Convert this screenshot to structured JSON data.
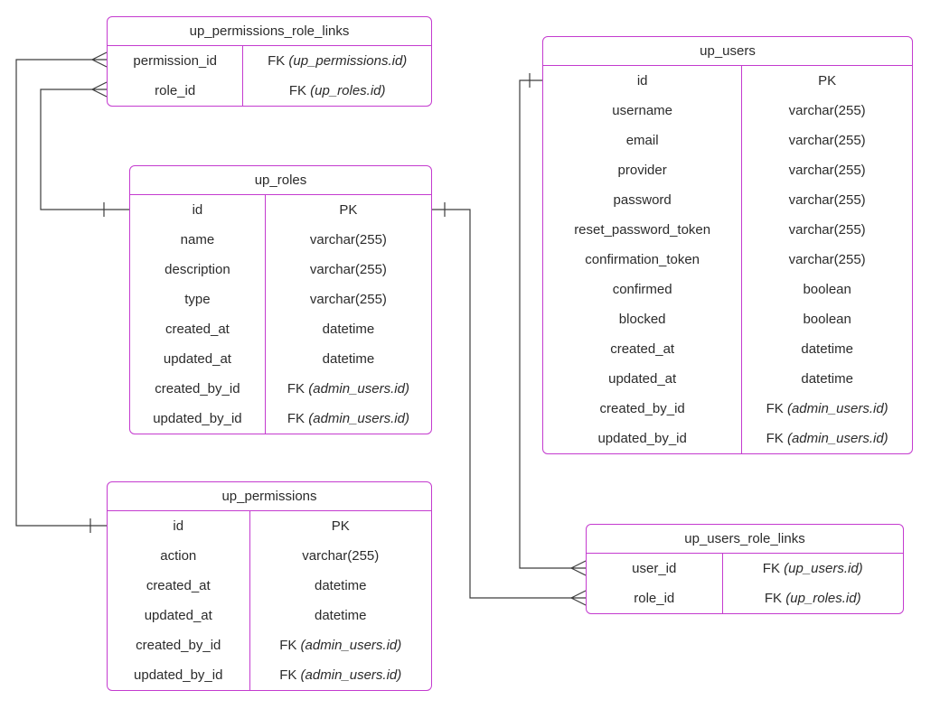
{
  "colors": {
    "table_border": "#c43bcf",
    "connector": "#3d3d3d",
    "text": "#2b2b2b",
    "background": "#ffffff"
  },
  "tables": [
    {
      "id": "up_permissions_role_links",
      "title": "up_permissions_role_links",
      "rows": [
        {
          "field": "permission_id",
          "type": "FK",
          "ref": "up_permissions.id"
        },
        {
          "field": "role_id",
          "type": "FK",
          "ref": "up_roles.id"
        }
      ]
    },
    {
      "id": "up_roles",
      "title": "up_roles",
      "rows": [
        {
          "field": "id",
          "type": "PK"
        },
        {
          "field": "name",
          "type": "varchar(255)"
        },
        {
          "field": "description",
          "type": "varchar(255)"
        },
        {
          "field": "type",
          "type": "varchar(255)"
        },
        {
          "field": "created_at",
          "type": "datetime"
        },
        {
          "field": "updated_at",
          "type": "datetime"
        },
        {
          "field": "created_by_id",
          "type": "FK",
          "ref": "admin_users.id"
        },
        {
          "field": "updated_by_id",
          "type": "FK",
          "ref": "admin_users.id"
        }
      ]
    },
    {
      "id": "up_users",
      "title": "up_users",
      "rows": [
        {
          "field": "id",
          "type": "PK"
        },
        {
          "field": "username",
          "type": "varchar(255)"
        },
        {
          "field": "email",
          "type": "varchar(255)"
        },
        {
          "field": "provider",
          "type": "varchar(255)"
        },
        {
          "field": "password",
          "type": "varchar(255)"
        },
        {
          "field": "reset_password_token",
          "type": "varchar(255)"
        },
        {
          "field": "confirmation_token",
          "type": "varchar(255)"
        },
        {
          "field": "confirmed",
          "type": "boolean"
        },
        {
          "field": "blocked",
          "type": "boolean"
        },
        {
          "field": "created_at",
          "type": "datetime"
        },
        {
          "field": "updated_at",
          "type": "datetime"
        },
        {
          "field": "created_by_id",
          "type": "FK",
          "ref": "admin_users.id"
        },
        {
          "field": "updated_by_id",
          "type": "FK",
          "ref": "admin_users.id"
        }
      ]
    },
    {
      "id": "up_permissions",
      "title": "up_permissions",
      "rows": [
        {
          "field": "id",
          "type": "PK"
        },
        {
          "field": "action",
          "type": "varchar(255)"
        },
        {
          "field": "created_at",
          "type": "datetime"
        },
        {
          "field": "updated_at",
          "type": "datetime"
        },
        {
          "field": "created_by_id",
          "type": "FK",
          "ref": "admin_users.id"
        },
        {
          "field": "updated_by_id",
          "type": "FK",
          "ref": "admin_users.id"
        }
      ]
    },
    {
      "id": "up_users_role_links",
      "title": "up_users_role_links",
      "rows": [
        {
          "field": "user_id",
          "type": "FK",
          "ref": "up_users.id"
        },
        {
          "field": "role_id",
          "type": "FK",
          "ref": "up_roles.id"
        }
      ]
    }
  ],
  "relationships": [
    {
      "from_table": "up_permissions",
      "from_field": "id",
      "to_table": "up_permissions_role_links",
      "to_field": "permission_id",
      "cardinality": "one-to-many"
    },
    {
      "from_table": "up_roles",
      "from_field": "id",
      "to_table": "up_permissions_role_links",
      "to_field": "role_id",
      "cardinality": "one-to-many"
    },
    {
      "from_table": "up_roles",
      "from_field": "id",
      "to_table": "up_users_role_links",
      "to_field": "role_id",
      "cardinality": "one-to-many"
    },
    {
      "from_table": "up_users",
      "from_field": "id",
      "to_table": "up_users_role_links",
      "to_field": "user_id",
      "cardinality": "one-to-many"
    }
  ]
}
